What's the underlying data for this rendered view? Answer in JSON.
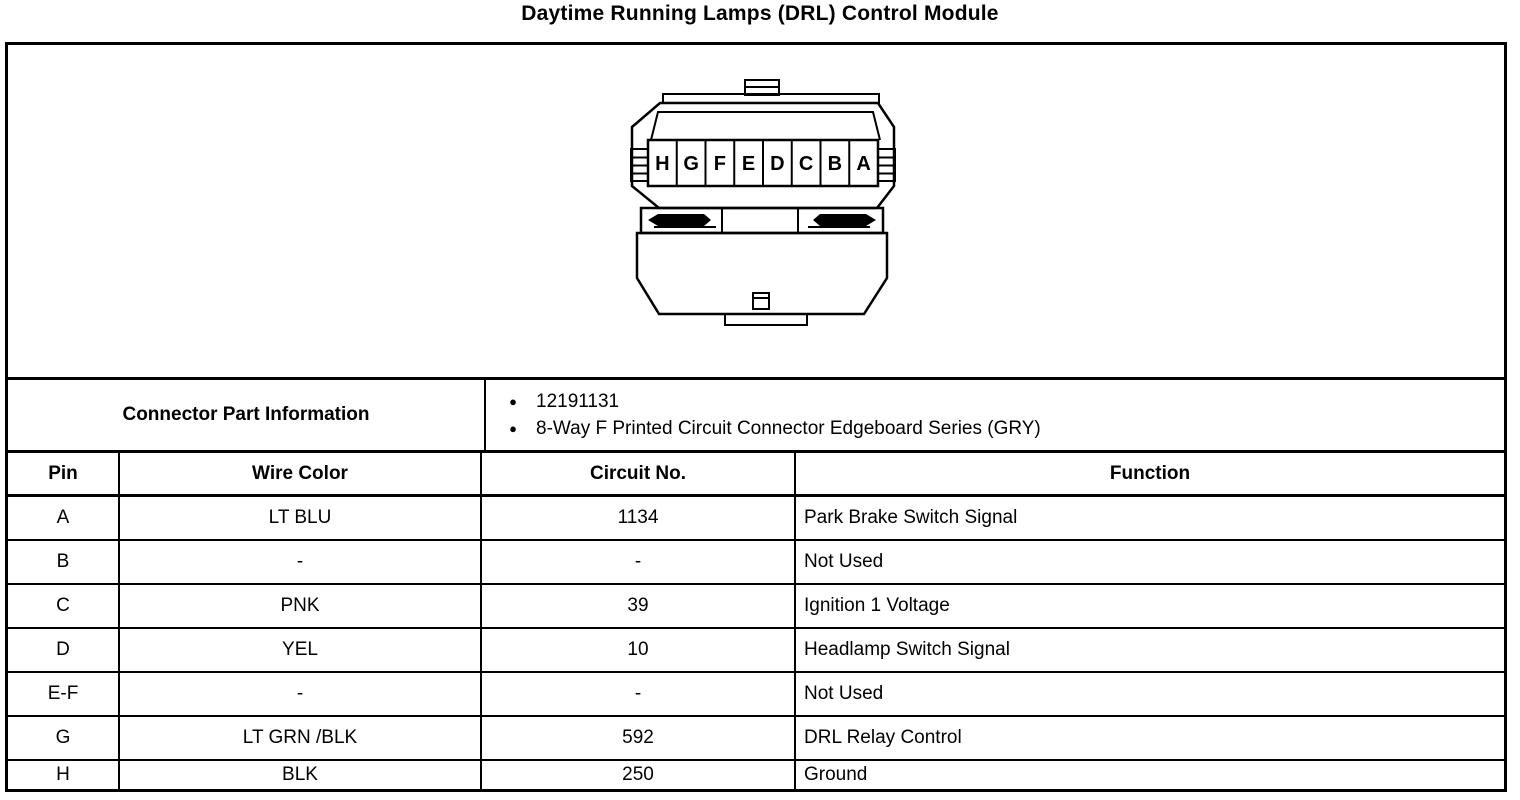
{
  "title": "Daytime Running Lamps (DRL) Control Module",
  "connector": {
    "pins": [
      "H",
      "G",
      "F",
      "E",
      "D",
      "C",
      "B",
      "A"
    ]
  },
  "part_info": {
    "label": "Connector Part Information",
    "items": [
      "12191131",
      "8-Way F Printed Circuit Connector Edgeboard Series (GRY)"
    ]
  },
  "table": {
    "headers": {
      "pin": "Pin",
      "wire_color": "Wire Color",
      "circuit_no": "Circuit No.",
      "function": "Function"
    },
    "rows": [
      {
        "pin": "A",
        "wire_color": "LT BLU",
        "circuit_no": "1134",
        "function": "Park Brake Switch Signal"
      },
      {
        "pin": "B",
        "wire_color": "-",
        "circuit_no": "-",
        "function": "Not Used"
      },
      {
        "pin": "C",
        "wire_color": "PNK",
        "circuit_no": "39",
        "function": "Ignition 1 Voltage"
      },
      {
        "pin": "D",
        "wire_color": "YEL",
        "circuit_no": "10",
        "function": "Headlamp Switch Signal"
      },
      {
        "pin": "E-F",
        "wire_color": "-",
        "circuit_no": "-",
        "function": "Not Used"
      },
      {
        "pin": "G",
        "wire_color": "LT GRN /BLK",
        "circuit_no": "592",
        "function": "DRL Relay Control"
      },
      {
        "pin": "H",
        "wire_color": "BLK",
        "circuit_no": "250",
        "function": "Ground"
      }
    ]
  },
  "icons": {
    "bullet": "●"
  },
  "colors": {
    "line": "#000000",
    "background": "#ffffff"
  }
}
